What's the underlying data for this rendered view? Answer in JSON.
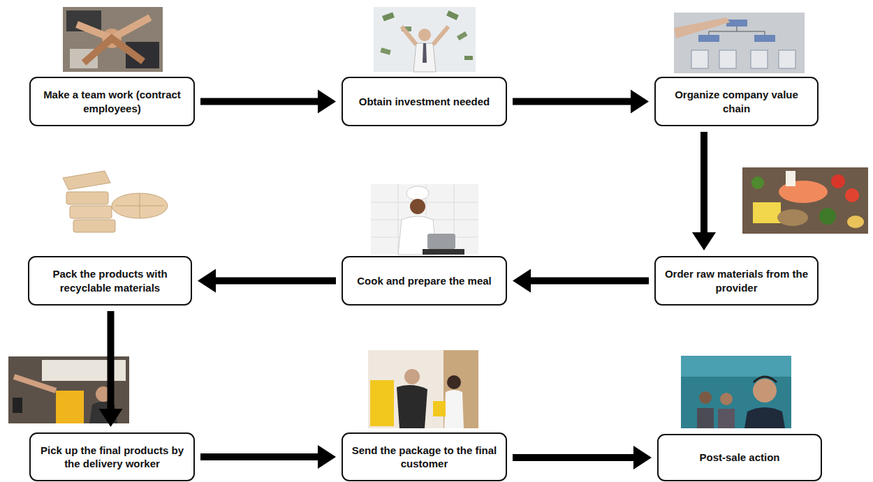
{
  "diagram": {
    "nodes": [
      {
        "text": [
          "Make a team work (contract employees)"
        ]
      },
      {
        "text": [
          "Obtain investment needed"
        ]
      },
      {
        "text": [
          "Organize company value chain"
        ]
      },
      {
        "text": [
          "Order raw materials from the provider"
        ]
      },
      {
        "text": [
          "Cook and prepare the meal"
        ]
      },
      {
        "text": [
          "Pack the products with recyclable materials"
        ]
      },
      {
        "text": [
          "Pick up the final products by the delivery worker"
        ]
      },
      {
        "text": [
          "Send the package to the final customer"
        ]
      },
      {
        "text": [
          "Post-sale action"
        ]
      }
    ],
    "edges": [
      {
        "from": 0,
        "to": 1,
        "arrow": "to"
      },
      {
        "from": 1,
        "to": 2,
        "arrow": "to"
      },
      {
        "from": 2,
        "to": 3,
        "arrow": "to"
      },
      {
        "from": 3,
        "to": 4,
        "arrow": "to"
      },
      {
        "from": 4,
        "to": 5,
        "arrow": "to"
      },
      {
        "from": 5,
        "to": 6,
        "arrow": "to"
      },
      {
        "from": 6,
        "to": 7,
        "arrow": "to"
      },
      {
        "from": 7,
        "to": 8,
        "arrow": "to"
      }
    ]
  }
}
